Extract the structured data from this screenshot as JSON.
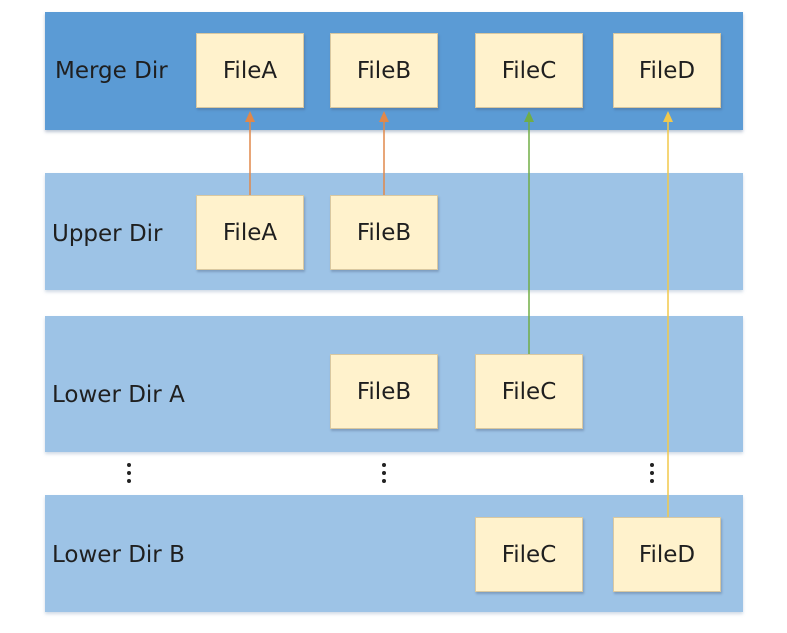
{
  "layers": {
    "merge": {
      "label": "Merge Dir",
      "files": [
        "FileA",
        "FileB",
        "FileC",
        "FileD"
      ]
    },
    "upper": {
      "label": "Upper Dir",
      "files": [
        "FileA",
        "FileB"
      ]
    },
    "lower_a": {
      "label": "Lower Dir A",
      "files": [
        "FileB",
        "FileC"
      ]
    },
    "lower_b": {
      "label": "Lower Dir B",
      "files": [
        "FileC",
        "FileD"
      ]
    }
  },
  "colors": {
    "merge_band": "#5b9bd5",
    "layer_band": "#9dc3e6",
    "file_box": "#fff2cc",
    "arrow_upper": "#e0884a",
    "arrow_lower_a": "#70ad47",
    "arrow_lower_b": "#f2c94c"
  }
}
